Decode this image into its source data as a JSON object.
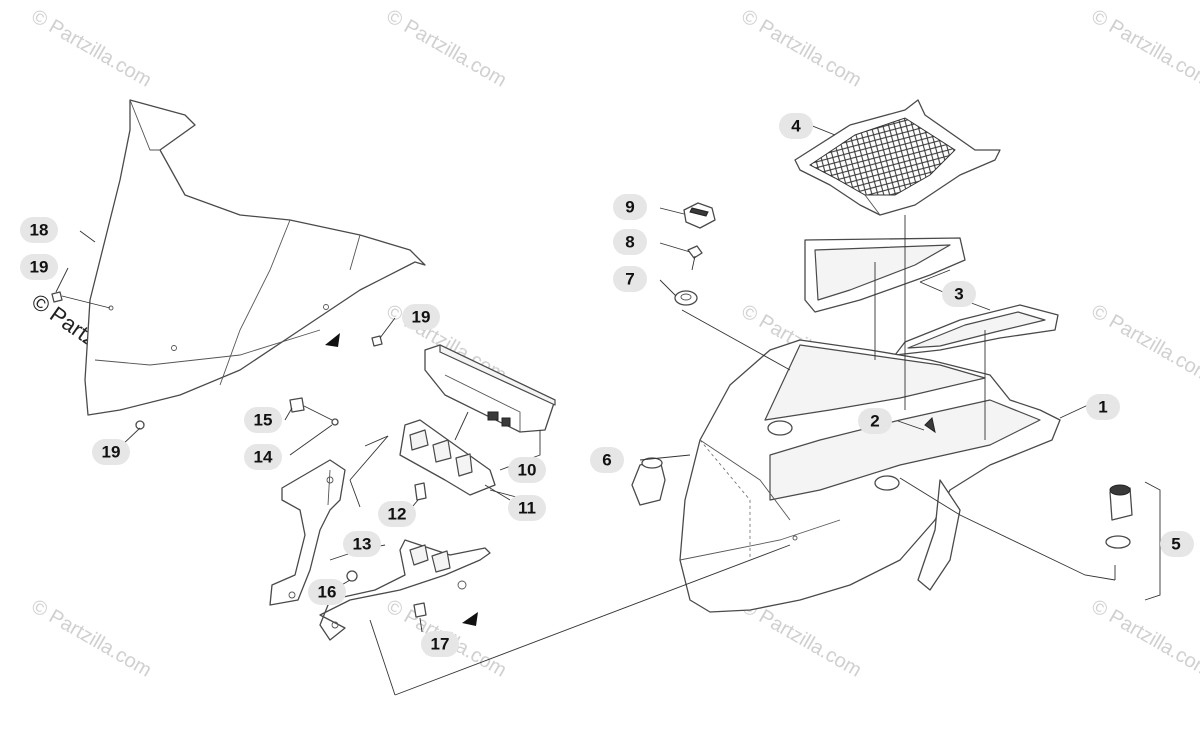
{
  "watermark": {
    "text": "© Partzilla.com",
    "side_text": "© Partzilla.com",
    "color": "#d0d0d0"
  },
  "callouts": [
    {
      "id": "1",
      "text": "1"
    },
    {
      "id": "2",
      "text": "2"
    },
    {
      "id": "3",
      "text": "3"
    },
    {
      "id": "4",
      "text": "4"
    },
    {
      "id": "5",
      "text": "5"
    },
    {
      "id": "6",
      "text": "6"
    },
    {
      "id": "7",
      "text": "7"
    },
    {
      "id": "8",
      "text": "8"
    },
    {
      "id": "9",
      "text": "9"
    },
    {
      "id": "10",
      "text": "10"
    },
    {
      "id": "11",
      "text": "11"
    },
    {
      "id": "12",
      "text": "12"
    },
    {
      "id": "13",
      "text": "13"
    },
    {
      "id": "14",
      "text": "14"
    },
    {
      "id": "15",
      "text": "15"
    },
    {
      "id": "16",
      "text": "16"
    },
    {
      "id": "17",
      "text": "17"
    },
    {
      "id": "18",
      "text": "18"
    },
    {
      "id": "19a",
      "text": "19"
    },
    {
      "id": "19b",
      "text": "19"
    },
    {
      "id": "19c",
      "text": "19"
    }
  ]
}
